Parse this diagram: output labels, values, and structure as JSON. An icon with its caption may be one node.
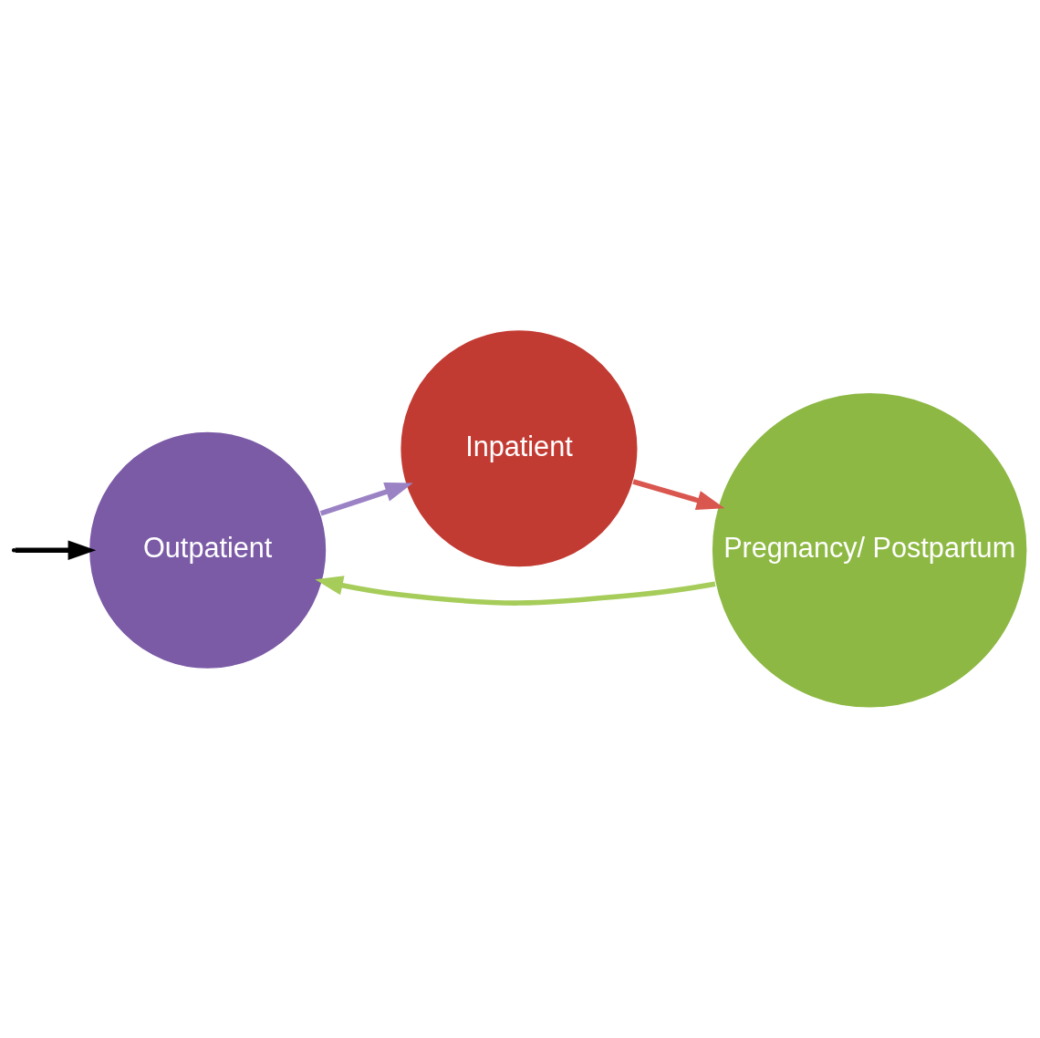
{
  "diagram": {
    "nodes": [
      {
        "text": [
          "Outpatient"
        ]
      },
      {
        "text": [
          "Inpatient"
        ]
      },
      {
        "text": [
          "Pregnancy/ Postpartum"
        ]
      }
    ],
    "edges": [
      {
        "from": null,
        "to": 0,
        "arrow": "to",
        "color": "#000000"
      },
      {
        "from": 0,
        "to": 1,
        "arrow": "to",
        "color": "#9b82c4"
      },
      {
        "from": 1,
        "to": 2,
        "arrow": "to",
        "color": "#d9574f"
      },
      {
        "from": 2,
        "to": 0,
        "arrow": "to",
        "color": "#a6cc5a"
      }
    ]
  }
}
